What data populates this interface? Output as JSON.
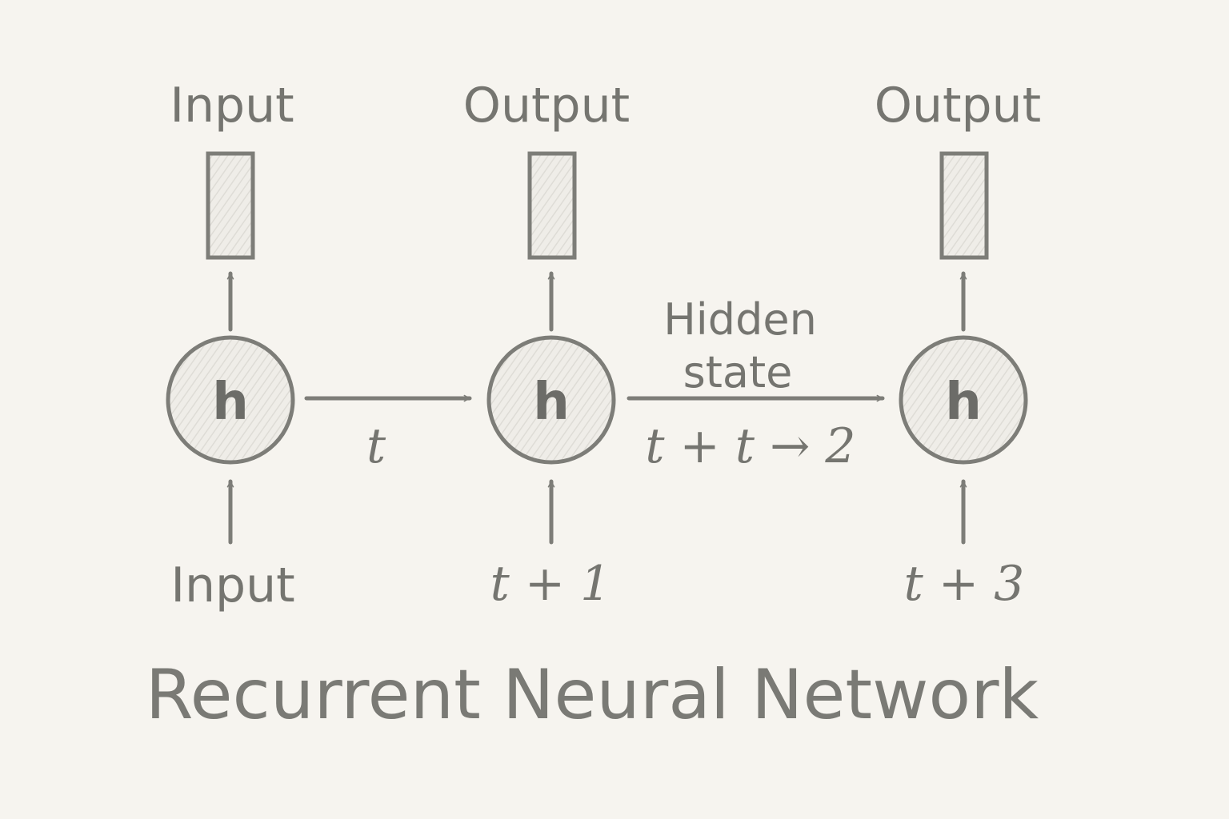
{
  "title": "Recurrent Neural Network",
  "top_labels": [
    "Input",
    "Output",
    "Output"
  ],
  "bottom_labels": [
    "Input",
    "t + 1",
    "t + 3"
  ],
  "node_label": "h",
  "edge_labels": {
    "first": "t",
    "second": "t + t → 2",
    "hidden_line1": "Hidden",
    "hidden_line2": "state"
  },
  "colors": {
    "background": "#f6f4ef",
    "ink": "#7d7d78",
    "fill": "#efede8"
  }
}
